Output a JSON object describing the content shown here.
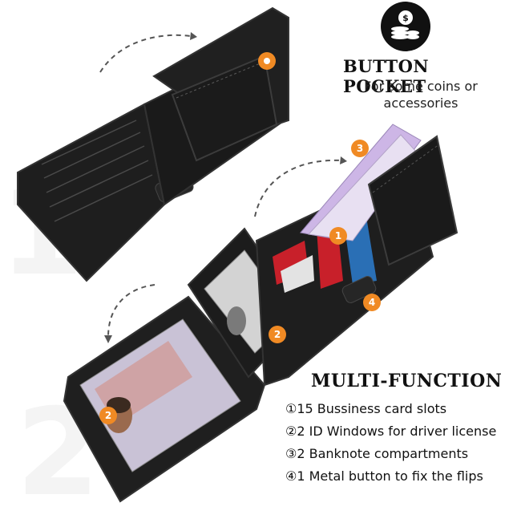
{
  "big_numbers": [
    "1",
    "2"
  ],
  "button_pocket": {
    "title": "BUTTON POCKET",
    "subtitle_line1": "For some coins or",
    "subtitle_line2": "accessories",
    "icon": "coin-stack-icon"
  },
  "multi_function": {
    "title": "MULTI-FUNCTION",
    "features": [
      "①15 Bussiness card slots",
      "②2 ID Windows for driver license",
      "③2 Banknote compartments",
      "④1 Metal button to fix the flips"
    ]
  },
  "badges": [
    "1",
    "2",
    "2",
    "3",
    "4"
  ],
  "colors": {
    "badge_orange": "#f08a24",
    "wallet_black": "#1c1c1c",
    "wallet_edge": "#2e2e2e",
    "stitch": "#5a5a5a"
  }
}
